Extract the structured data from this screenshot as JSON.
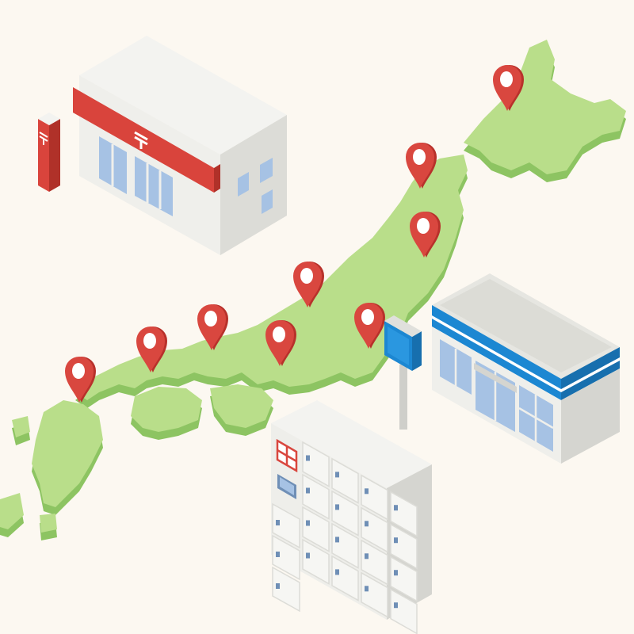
{
  "scene": {
    "description_free": true
  },
  "colors": {
    "background": "#fcf8f1",
    "land_top": "#b9de8a",
    "land_side": "#8dc462",
    "pin_red": "#d9473f",
    "pin_red_dark": "#b8312b",
    "pin_hole": "#ffffff",
    "post_red": "#d9443c",
    "post_red_dark": "#b03129",
    "conv_blue": "#1c87d2",
    "conv_blue_dark": "#176fae",
    "building_light": "#f3f3f0",
    "building_mid": "#e0e0dc",
    "building_dark": "#cfcfca",
    "window_blue": "#a6c2e4",
    "locker_icon_red": "#d9473f",
    "locker_icon_blue": "#6f8fb6"
  },
  "pins": [
    {
      "name": "pin-hokkaido"
    },
    {
      "name": "pin-tohoku-north"
    },
    {
      "name": "pin-tohoku-south"
    },
    {
      "name": "pin-hokuriku"
    },
    {
      "name": "pin-kanto"
    },
    {
      "name": "pin-chubu"
    },
    {
      "name": "pin-kansai"
    },
    {
      "name": "pin-chugoku"
    },
    {
      "name": "pin-shikoku-west"
    },
    {
      "name": "pin-kyushu"
    }
  ],
  "icons": {
    "post_mark": "japan-post-mark-icon",
    "locker_parcel": "parcel-icon",
    "locker_screen": "screen-icon"
  }
}
